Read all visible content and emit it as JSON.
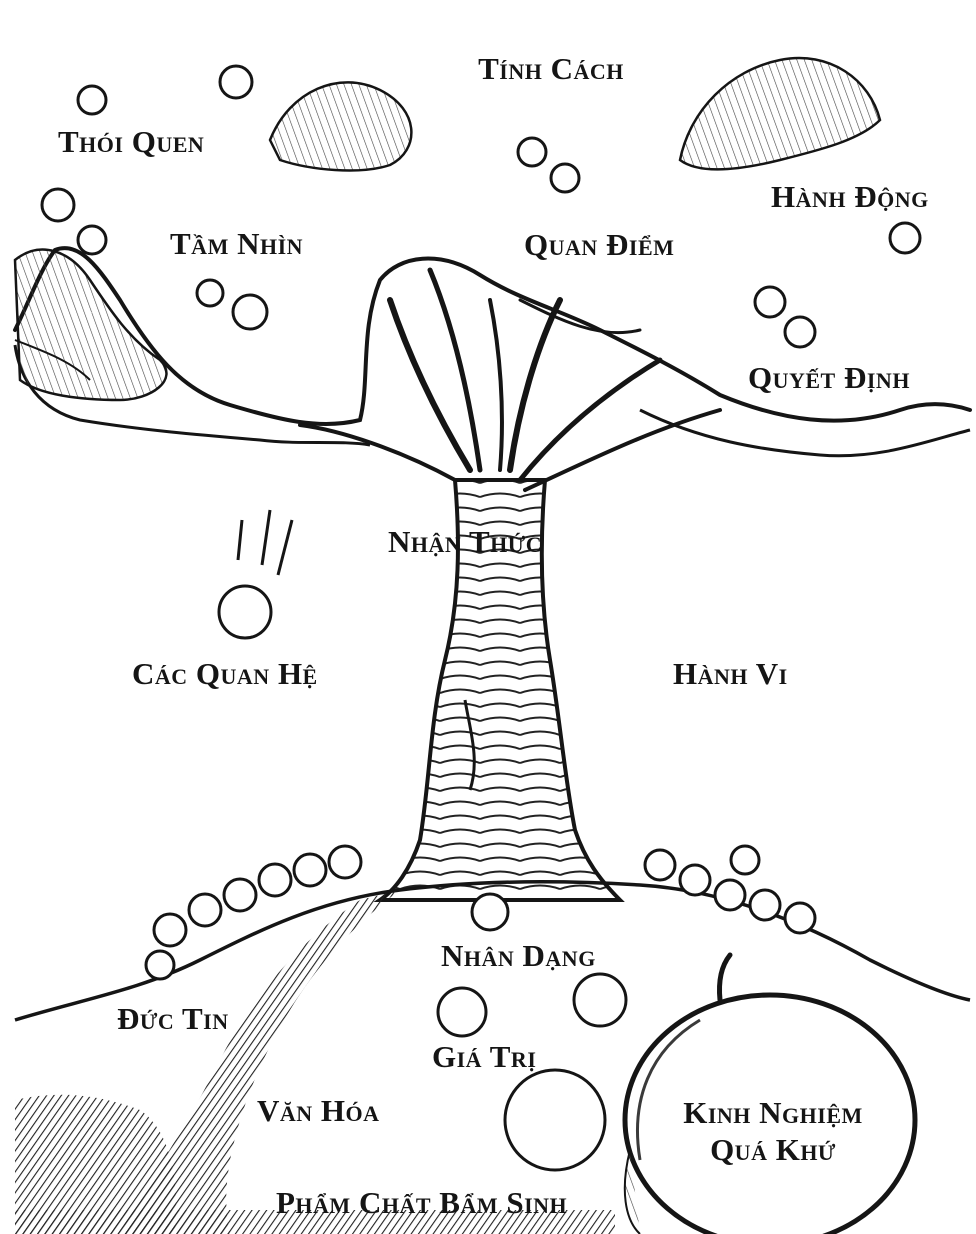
{
  "diagram": {
    "labels": {
      "tinh_cach": "Tính Cách",
      "thoi_quen": "Thói Quen",
      "hanh_dong": "Hành Động",
      "tam_nhin": "Tầm Nhìn",
      "quan_diem": "Quan Điểm",
      "quyet_dinh": "Quyết Định",
      "nhan_thuc": "Nhận Thức",
      "cac_quan_he": "Các Quan Hệ",
      "hanh_vi": "Hành Vi",
      "nhan_dang": "Nhân Dạng",
      "duc_tin": "Đức Tin",
      "gia_tri": "Giá Trị",
      "van_hoa": "Văn Hóa",
      "kinh_nghiem_1": "Kinh Nghiệm",
      "kinh_nghiem_2": "Quá Khứ",
      "pham_chat": "Phẩm Chất Bẩm Sinh"
    },
    "colors": {
      "ink": "#151515",
      "shade": "#3a3a3a",
      "paper": "#ffffff"
    }
  }
}
